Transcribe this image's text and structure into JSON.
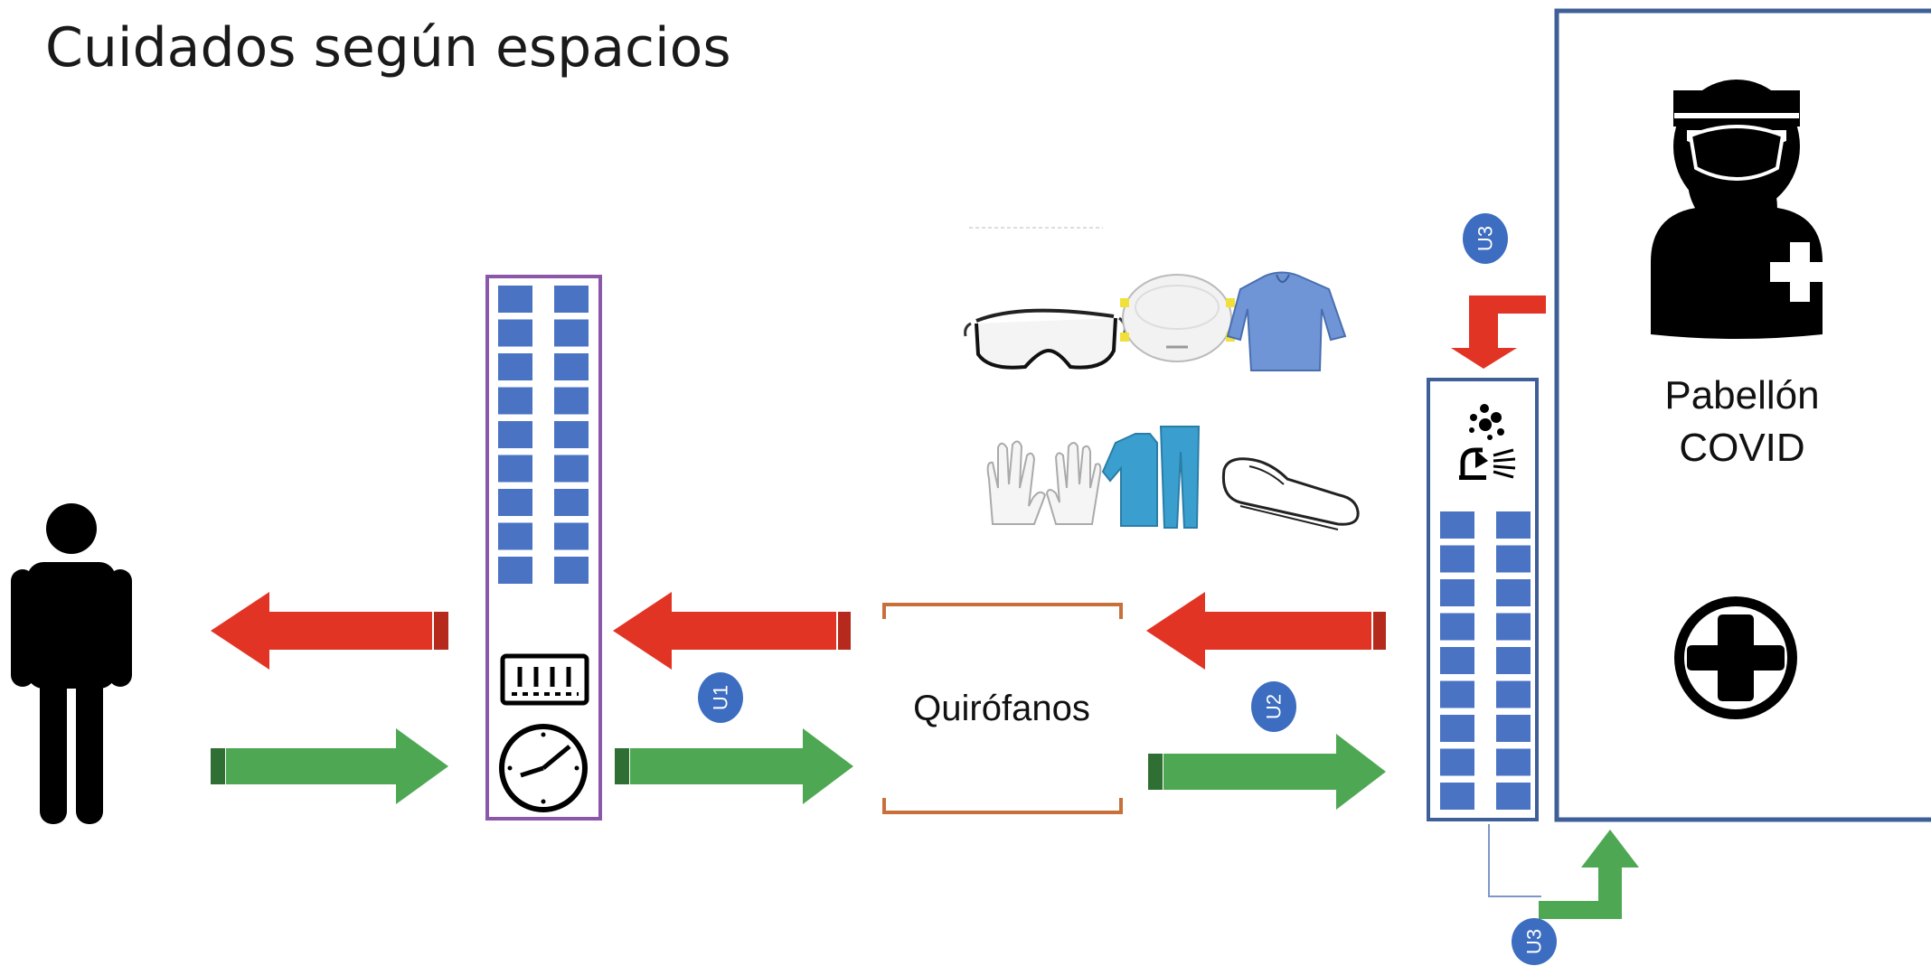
{
  "title": "Cuidados según espacios",
  "labels": {
    "quirofanos": "Quirófanos",
    "pabellon_line1": "Pabellón",
    "pabellon_line2": "COVID"
  },
  "badges": {
    "u1": "U1",
    "u2": "U2",
    "u3_top": "U3",
    "u3_bottom": "U3"
  },
  "colors": {
    "red_arrow": "#e23424",
    "green_arrow": "#4ea853",
    "locker_blue": "#4a73c4",
    "purple_frame": "#8b57a8",
    "blue_frame": "#3e5f98",
    "orange_bracket": "#c9703a",
    "badge_blue": "#3d6dc0"
  },
  "icons": {
    "person": "person-icon",
    "doctor": "doctor-icon",
    "medical_cross": "medical-cross-icon",
    "clock": "clock-icon",
    "keypad": "keypad-icon",
    "shower": "shower-icon",
    "goggles": "goggles-icon",
    "mask": "mask-icon",
    "gown": "gown-icon",
    "gloves": "gloves-icon",
    "scrubs": "scrubs-icon",
    "shoe": "shoe-icon"
  }
}
